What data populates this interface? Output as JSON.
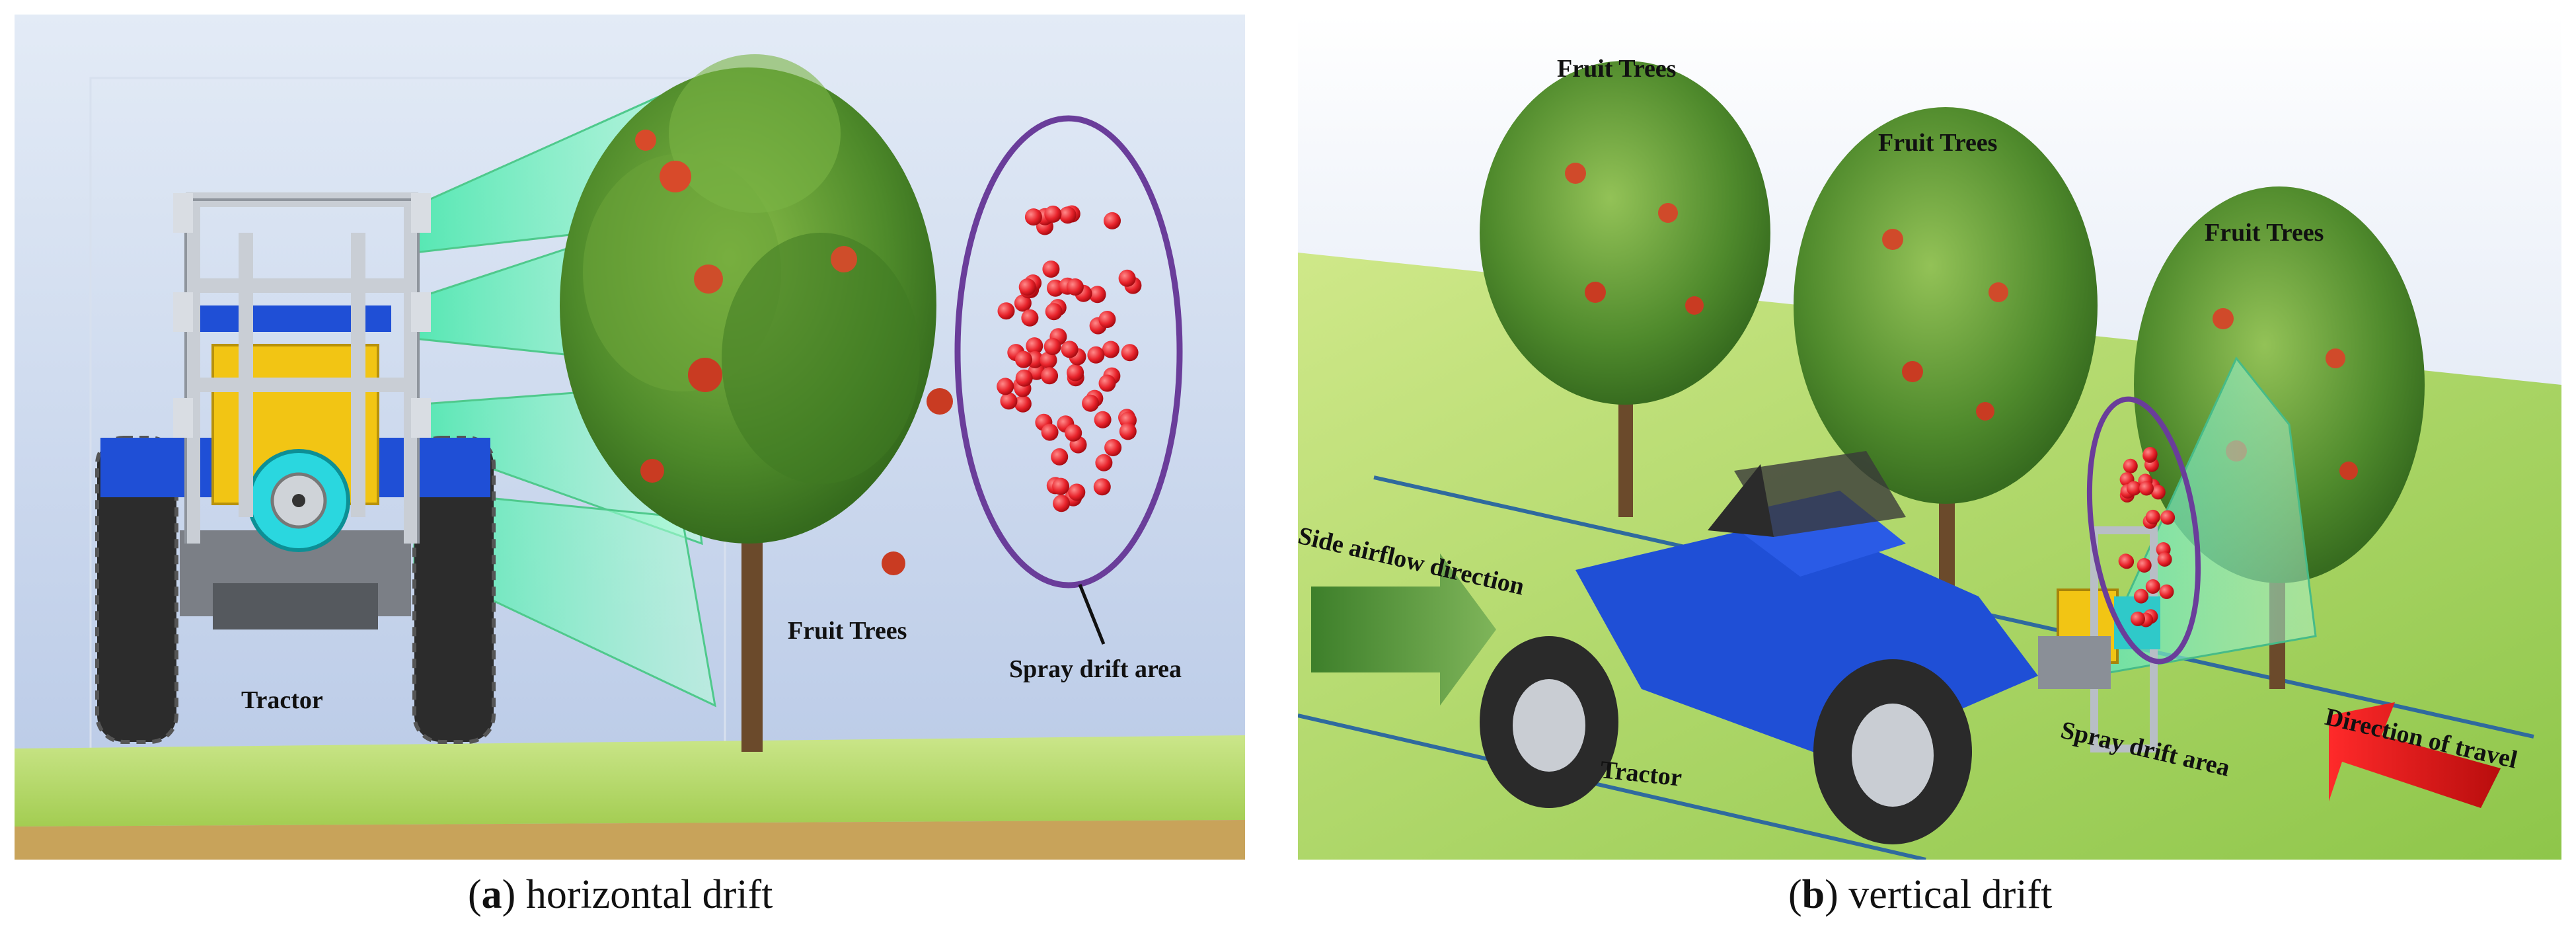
{
  "panel_a": {
    "labels": {
      "tractor": "Tractor",
      "fruit_trees": "Fruit Trees",
      "spray_drift_area": "Spray drift area"
    },
    "caption": {
      "letter": "a",
      "text": "horizontal drift"
    }
  },
  "panel_b": {
    "labels": {
      "fruit_trees_1": "Fruit Trees",
      "fruit_trees_2": "Fruit Trees",
      "fruit_trees_3": "Fruit Trees",
      "side_airflow": "Side airflow direction",
      "tractor": "Tractor",
      "spray_drift_area": "Spray drift area",
      "direction_of_travel": "Direction of travel"
    },
    "caption": {
      "letter": "b",
      "text": "vertical drift"
    }
  },
  "colors": {
    "drift_ellipse": "#6a3d9a",
    "droplet": "#e8232b",
    "tractor_body": "#1f4fd6",
    "tank": "#f2c514",
    "spray_fan": "#6ff0b8",
    "airflow_arrow": "#5f9b3c",
    "travel_arrow": "#ee1c1c",
    "grass": "#a9d45a"
  },
  "icons": [
    "tractor-icon",
    "fruit-tree-icon",
    "spray-fan-icon",
    "droplet-icon",
    "arrow-icon"
  ]
}
